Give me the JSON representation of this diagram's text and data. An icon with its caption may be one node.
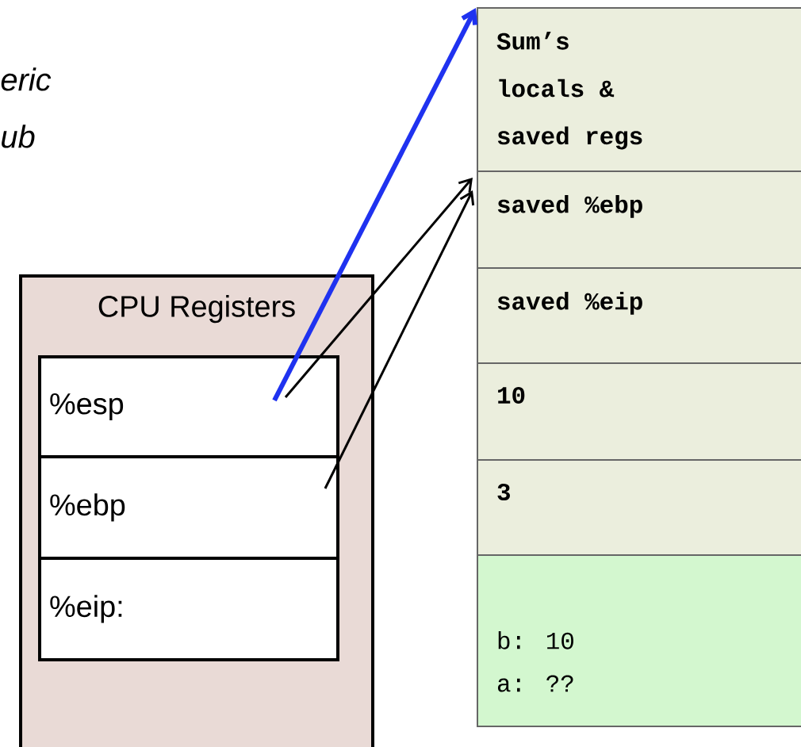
{
  "diagram": {
    "nodes": [
      {
        "text": [
          "CPU Registers"
        ]
      },
      {
        "text": [
          "%esp"
        ],
        "in": 0
      },
      {
        "text": [
          "%ebp"
        ],
        "in": 0
      },
      {
        "text": [
          "%eip:"
        ],
        "in": 0
      },
      {
        "text": [
          "Sum’s locals & saved regs"
        ]
      },
      {
        "text": [
          "saved %ebp"
        ]
      },
      {
        "text": [
          "saved %eip"
        ]
      },
      {
        "text": [
          "10"
        ]
      },
      {
        "text": [
          "3"
        ]
      },
      {
        "text": [
          "b: 10",
          "a: ??"
        ]
      }
    ],
    "edges": [
      {
        "from": 1,
        "to": 4,
        "arrow": "to",
        "style": "thick",
        "color": "#1f32f0"
      },
      {
        "from": 1,
        "to": 5,
        "arrow": "to"
      },
      {
        "from": 2,
        "to": 5,
        "arrow": "to"
      }
    ],
    "labels": [
      "eric",
      "ub"
    ]
  }
}
